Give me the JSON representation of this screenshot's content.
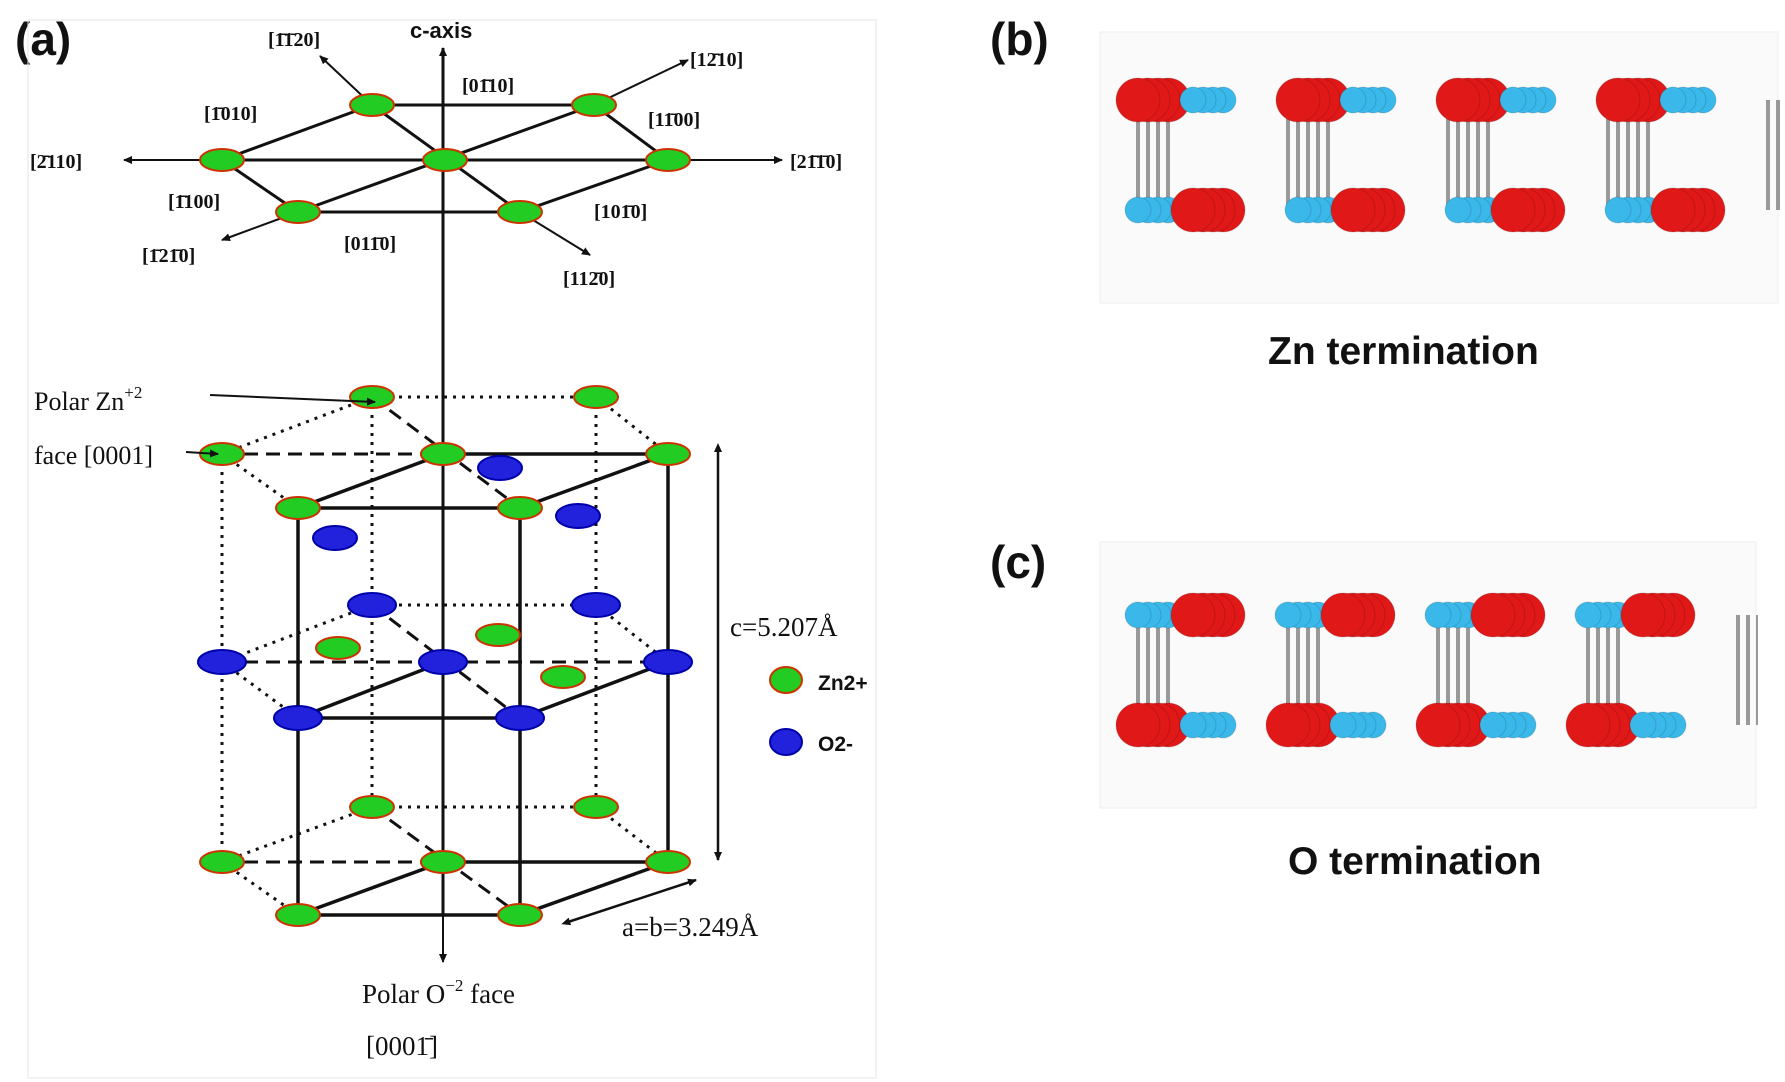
{
  "panels": {
    "a": {
      "letter": "(a)"
    },
    "b": {
      "letter": "(b)",
      "caption": "Zn termination"
    },
    "c": {
      "letter": "(c)",
      "caption": "O termination"
    }
  },
  "diagram_a": {
    "c_axis_label": "c-axis",
    "directions": {
      "d_11b20": [
        "[",
        "1̄",
        " ",
        "1̄",
        "20]"
      ],
      "d_1210_top": "[12̄10]",
      "d_01b10": "[01̄10]",
      "d_1b010": "[1̄010]",
      "d_11b00_right": "[11̄00]",
      "d_2b110": "[2̄110]",
      "d_21b1b0": "[21̄1̄0]",
      "d_1b100": "[1̄100]",
      "d_101b0": "[101̄0]",
      "d_1b21b0": "[1̄21̄0]",
      "d_011b0": "[011̄0]",
      "d_112b0": "[112̄0]"
    },
    "labels": {
      "polar_zn_line1": "Polar Zn",
      "polar_zn_sup": "+2",
      "polar_zn_line2": "face [0001]",
      "polar_o_line1_a": "Polar  O",
      "polar_o_sup": "−2",
      "polar_o_line1_b": " face",
      "polar_o_line2": "[0001̄]",
      "c_param": "c=5.207Å",
      "a_param": "a=b=3.249Å"
    },
    "legend": {
      "zn": "Zn2+",
      "o": "O2-"
    }
  },
  "colors": {
    "zn_fill": "#22cc22",
    "zn_edge": "#cc3300",
    "o_fill": "#2222dd",
    "o_edge": "#0000aa",
    "red_atom": "#e01818",
    "blue_atom": "#3ab8ea",
    "bond": "#999999"
  }
}
